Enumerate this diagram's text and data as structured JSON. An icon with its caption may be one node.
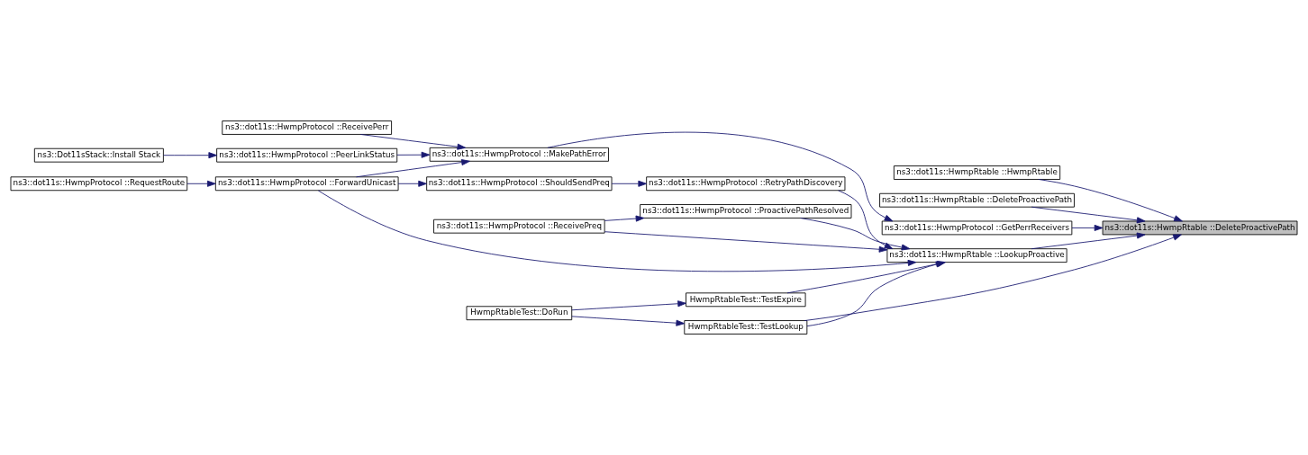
{
  "diagram": {
    "nodes": [
      {
        "text": [
          "ns3::dot11s::HwmpRtable ::DeleteProactivePath"
        ]
      },
      {
        "text": [
          "ns3::dot11s::HwmpRtable ::HwmpRtable"
        ]
      },
      {
        "text": [
          "ns3::dot11s::HwmpRtable ::DeleteProactivePath"
        ]
      },
      {
        "text": [
          "ns3::dot11s::HwmpProtocol ::GetPerrReceivers"
        ]
      },
      {
        "text": [
          "ns3::dot11s::HwmpRtable ::LookupProactive"
        ]
      },
      {
        "text": [
          "ns3::dot11s::HwmpProtocol ::MakePathError"
        ]
      },
      {
        "text": [
          "ns3::dot11s::HwmpProtocol ::PeerLinkStatus"
        ]
      },
      {
        "text": [
          "ns3::Dot11sStack::Install Stack"
        ]
      },
      {
        "text": [
          "ns3::dot11s::HwmpProtocol ::ForwardUnicast"
        ]
      },
      {
        "text": [
          "ns3::dot11s::HwmpProtocol ::RequestRoute"
        ]
      },
      {
        "text": [
          "ns3::dot11s::HwmpProtocol ::ReceivePerr"
        ]
      },
      {
        "text": [
          "ns3::dot11s::HwmpProtocol ::ProactivePathResolved"
        ]
      },
      {
        "text": [
          "ns3::dot11s::HwmpProtocol ::ReceivePreq"
        ]
      },
      {
        "text": [
          "ns3::dot11s::HwmpProtocol ::RetryPathDiscovery"
        ]
      },
      {
        "text": [
          "ns3::dot11s::HwmpProtocol ::ShouldSendPreq"
        ]
      },
      {
        "text": [
          "HwmpRtableTest::TestExpire"
        ]
      },
      {
        "text": [
          "HwmpRtableTest::TestLookup"
        ]
      },
      {
        "text": [
          "HwmpRtableTest::DoRun"
        ]
      }
    ],
    "edges": [
      {
        "from": 1,
        "to": 0,
        "arrow": "to"
      },
      {
        "from": 2,
        "to": 0,
        "arrow": "to"
      },
      {
        "from": 3,
        "to": 0,
        "arrow": "to"
      },
      {
        "from": 4,
        "to": 0,
        "arrow": "to"
      },
      {
        "from": 16,
        "to": 0,
        "arrow": "to"
      },
      {
        "from": 5,
        "to": 3,
        "arrow": "to"
      },
      {
        "from": 6,
        "to": 5,
        "arrow": "to"
      },
      {
        "from": 7,
        "to": 6,
        "arrow": "to"
      },
      {
        "from": 8,
        "to": 5,
        "arrow": "to"
      },
      {
        "from": 10,
        "to": 5,
        "arrow": "to"
      },
      {
        "from": 9,
        "to": 8,
        "arrow": "to"
      },
      {
        "from": 8,
        "to": 4,
        "arrow": "to"
      },
      {
        "from": 8,
        "to": 14,
        "arrow": "to"
      },
      {
        "from": 11,
        "to": 4,
        "arrow": "to"
      },
      {
        "from": 12,
        "to": 11,
        "arrow": "to"
      },
      {
        "from": 12,
        "to": 4,
        "arrow": "to"
      },
      {
        "from": 14,
        "to": 13,
        "arrow": "to"
      },
      {
        "from": 13,
        "to": 4,
        "arrow": "to"
      },
      {
        "from": 15,
        "to": 4,
        "arrow": "to"
      },
      {
        "from": 16,
        "to": 4,
        "arrow": "to"
      },
      {
        "from": 17,
        "to": 15,
        "arrow": "to"
      },
      {
        "from": 17,
        "to": 16,
        "arrow": "to"
      }
    ]
  }
}
